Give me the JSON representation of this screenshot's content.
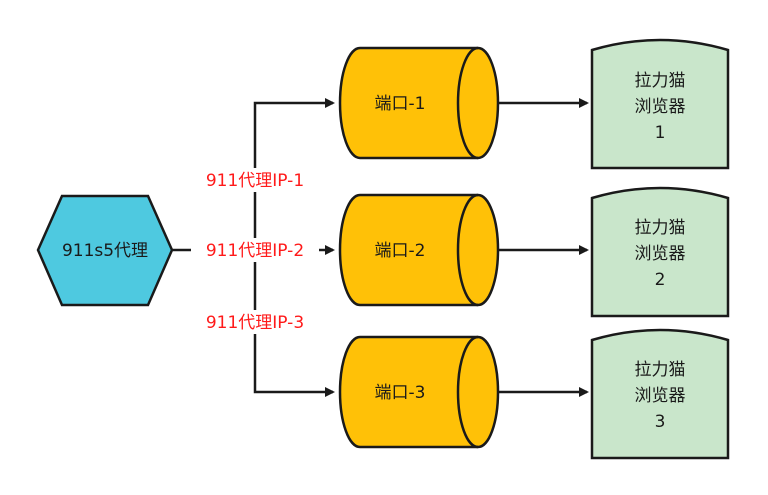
{
  "source": {
    "label": "911s5代理",
    "color": "#4ec9e0"
  },
  "proxies": [
    {
      "label": "911代理IP-1"
    },
    {
      "label": "911代理IP-2"
    },
    {
      "label": "911代理IP-3"
    }
  ],
  "ports": [
    {
      "label": "端口-1"
    },
    {
      "label": "端口-2"
    },
    {
      "label": "端口-3"
    }
  ],
  "browsers": [
    {
      "line1": "拉力猫",
      "line2": "浏览器",
      "line3": "1"
    },
    {
      "line1": "拉力猫",
      "line2": "浏览器",
      "line3": "2"
    },
    {
      "line1": "拉力猫",
      "line2": "浏览器",
      "line3": "3"
    }
  ],
  "colors": {
    "port_fill": "#ffc107",
    "browser_fill": "#c9e6cb",
    "edge": "#1a1a1a",
    "edge_label": "#ff1a1a"
  }
}
